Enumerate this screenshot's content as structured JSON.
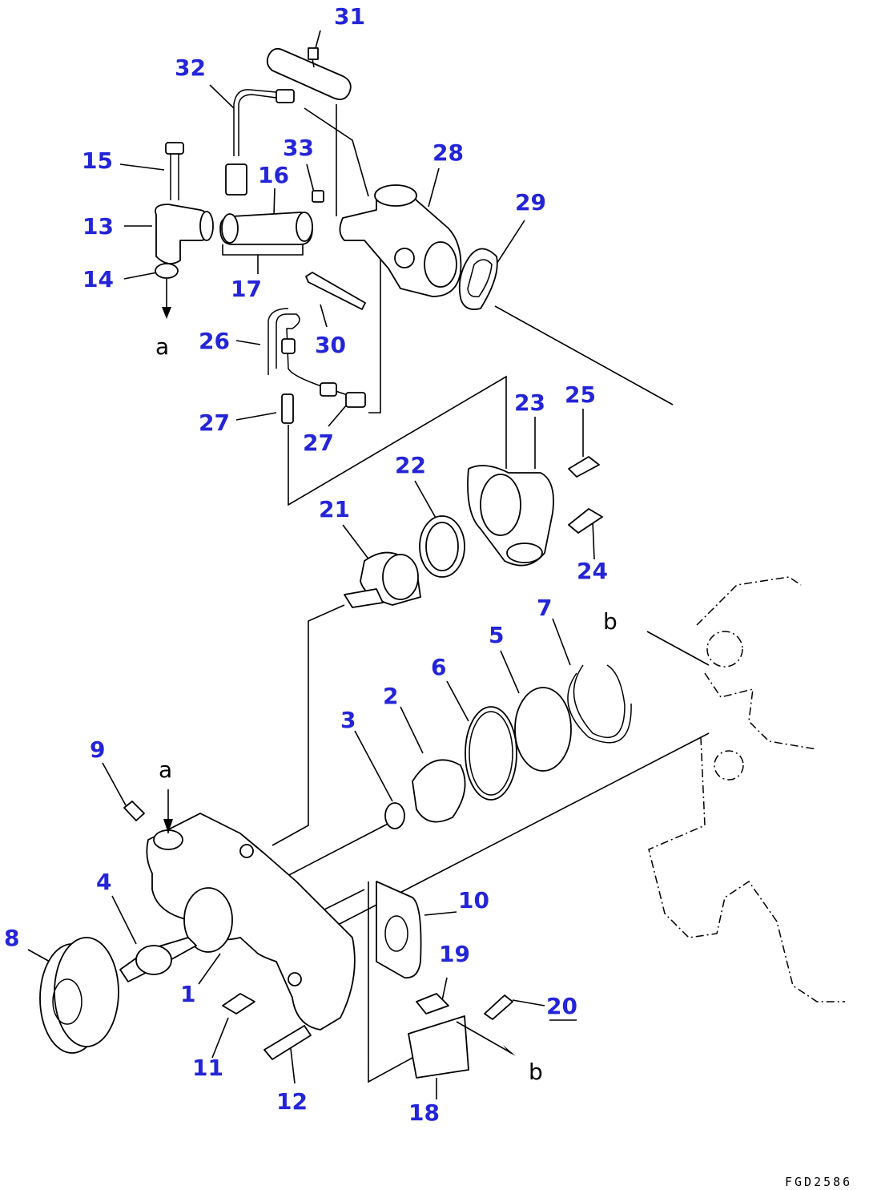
{
  "callouts": [
    "1",
    "2",
    "3",
    "4",
    "5",
    "6",
    "7",
    "8",
    "9",
    "10",
    "11",
    "12",
    "13",
    "14",
    "15",
    "16",
    "17",
    "18",
    "19",
    "20",
    "21",
    "22",
    "23",
    "24",
    "25",
    "26",
    "27",
    "27",
    "28",
    "29",
    "30",
    "31",
    "32",
    "33"
  ],
  "refs": {
    "a_top": "a",
    "a_bottom": "a",
    "b_top": "b",
    "b_bottom": "b"
  },
  "drawing_code": "FGD2586",
  "colors": {
    "callout": "#2424d8",
    "line": "#000000",
    "background": "#ffffff"
  }
}
